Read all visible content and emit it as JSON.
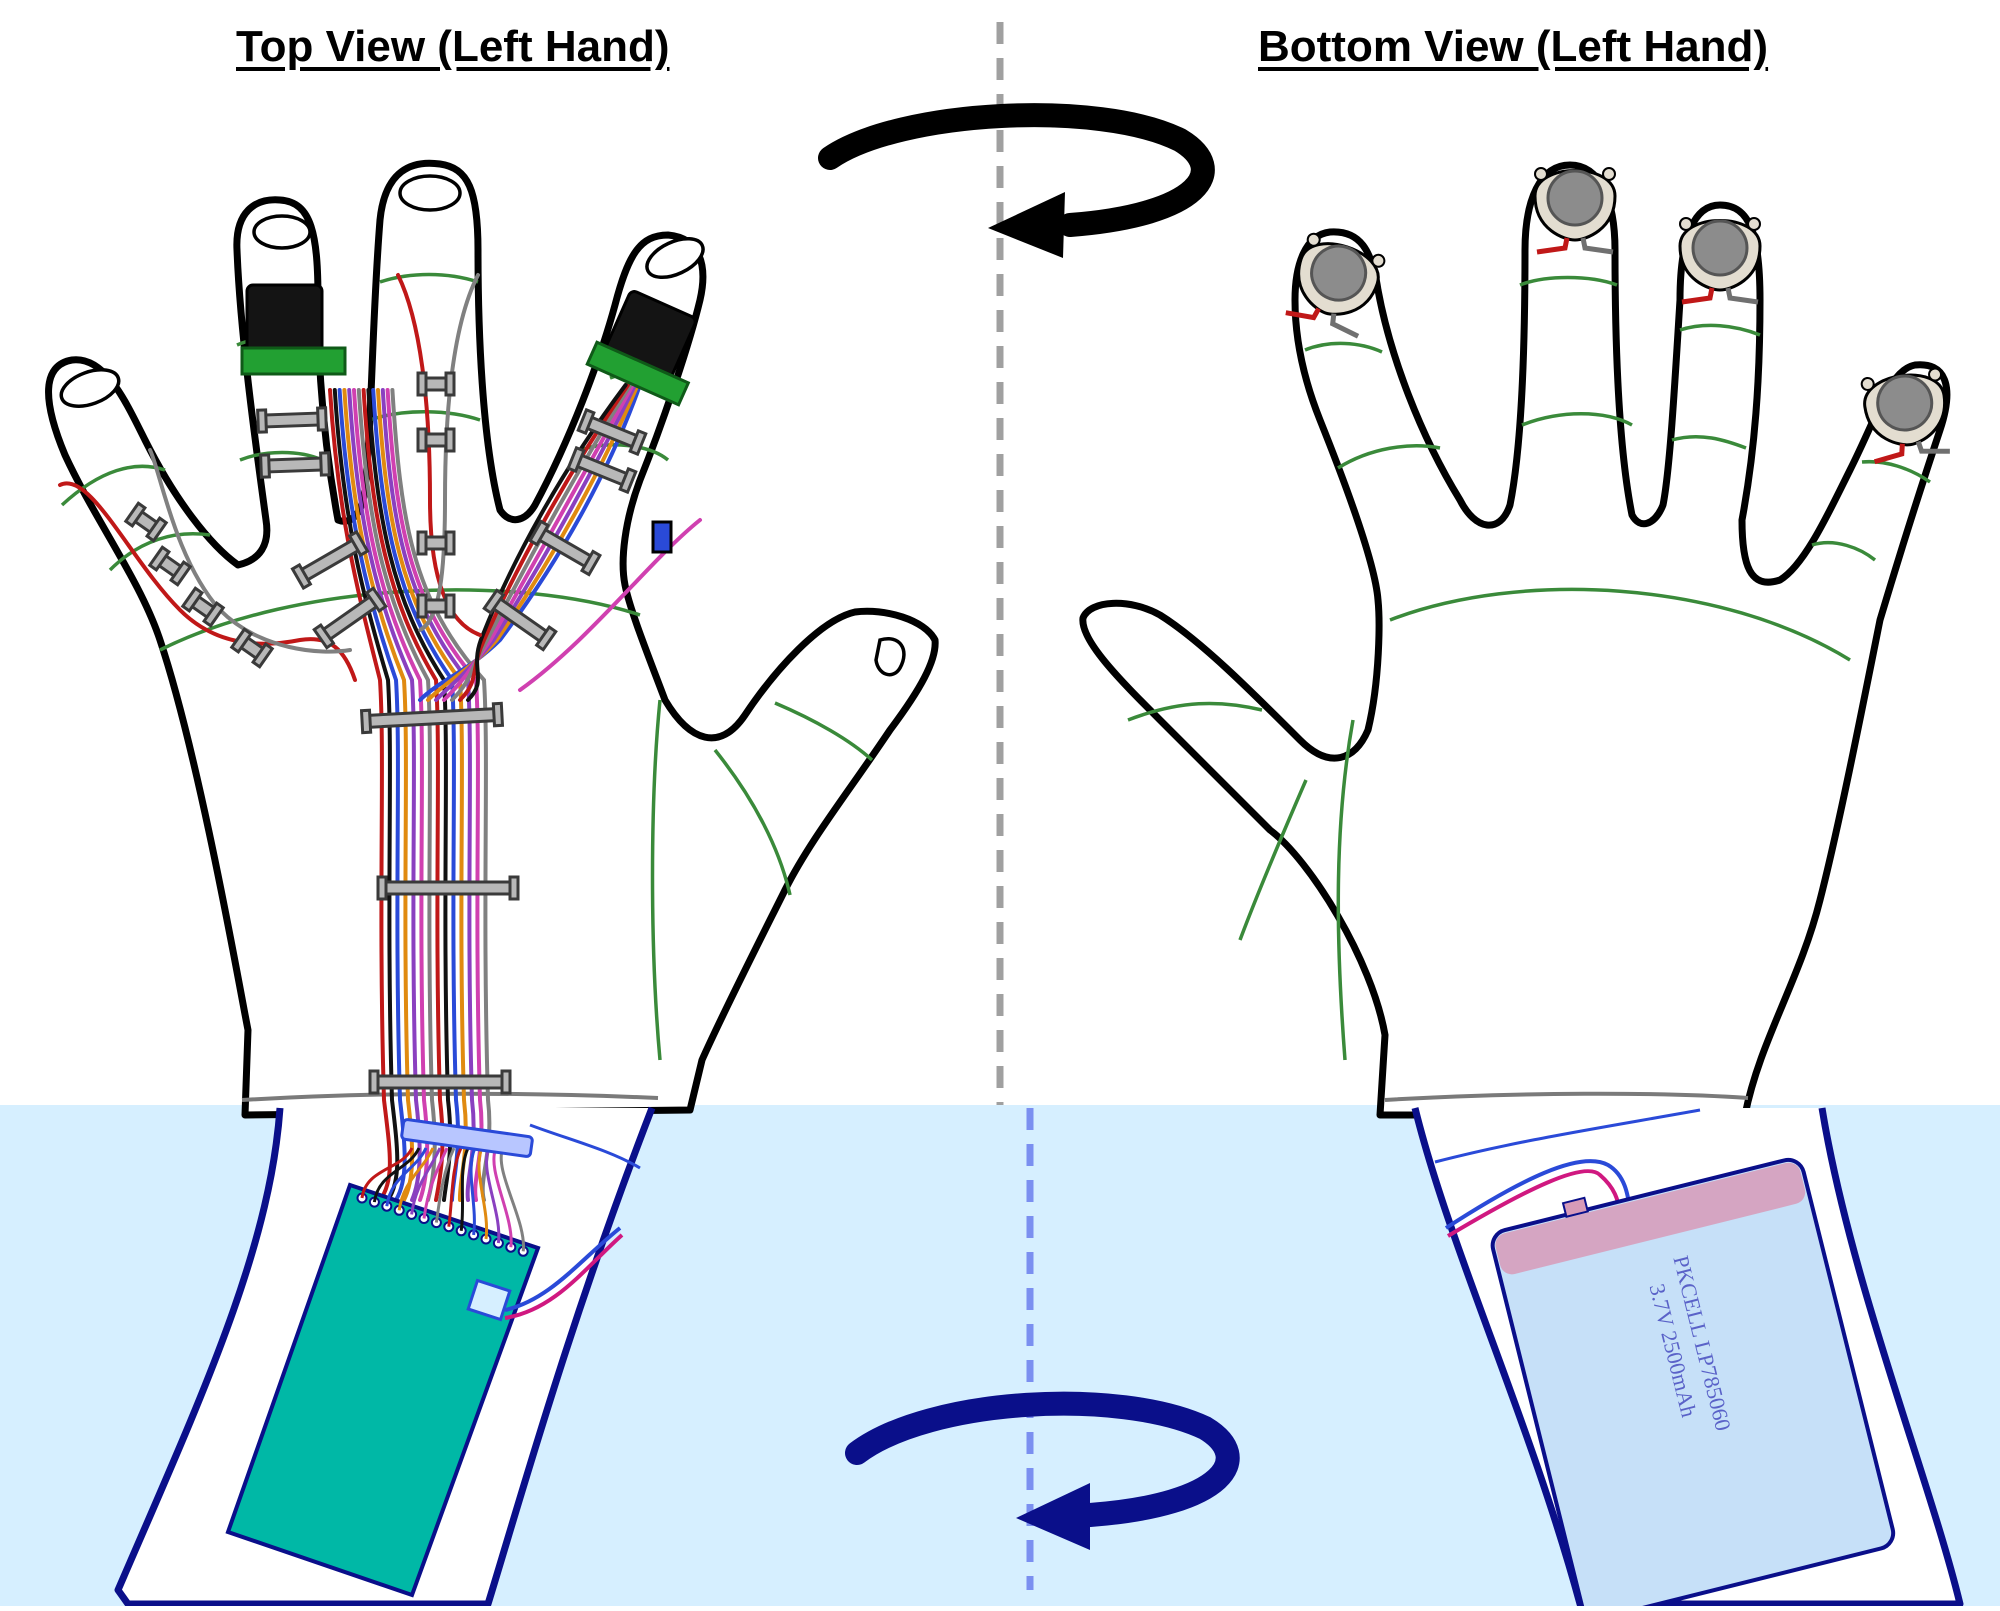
{
  "titles": {
    "top_view": "Top View (Left Hand)",
    "bottom_view": "Bottom View (Left Hand)"
  },
  "battery": {
    "line1": "PKCELL LP785060",
    "line2": "3.7V 2500mAh"
  },
  "colors": {
    "outline": "#000000",
    "crease": "#3a8a3a",
    "wrist_bg": "#d6efff",
    "strap": "#0a0f8a",
    "board": "#00b8a6",
    "battery_fill": "#c6e0f8",
    "battery_band": "#d79ab8",
    "axis_top": "#a0a0a0",
    "axis_bottom": "#7b8ff0",
    "clip": "#b8b8b8",
    "module_green": "#22a032",
    "module_black": "#141414",
    "sensor": "#8c8c8c",
    "wire_palette": [
      "#c01818",
      "#111111",
      "#2a4ad8",
      "#e08a10",
      "#8a40c0",
      "#d040b0",
      "#808080"
    ]
  }
}
